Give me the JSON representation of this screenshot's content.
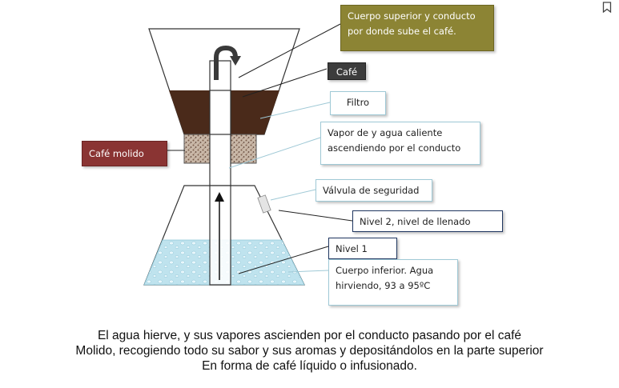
{
  "labels": {
    "cuerpo_superior": "Cuerpo superior y conducto por donde sube el  café.",
    "cafe": "Café",
    "filtro": "Filtro",
    "vapor": "Vapor de y agua caliente ascendiendo por el conducto",
    "cafe_molido": "Café molido",
    "valvula": "Válvula de seguridad",
    "nivel2": "Nivel 2, nivel de llenado",
    "nivel1": "Nivel 1",
    "cuerpo_inferior": "Cuerpo inferior. Agua hirviendo,  93 a 95ºC"
  },
  "caption": {
    "line1": "El agua hierve, y sus vapores ascienden por el conducto pasando por el café",
    "line2": "Molido, recogiendo todo su sabor y sus aromas y depositándolos en la parte superior",
    "line3": "En forma de café líquido o infusionado."
  },
  "colors": {
    "coffee": "#4a2a1a",
    "water": "#bfe3ee",
    "olive_box": "#8c8434",
    "maroon_box": "#8a3433",
    "dark_box": "#3c3c3c"
  },
  "icons": {
    "corner": "bookmark-icon"
  }
}
